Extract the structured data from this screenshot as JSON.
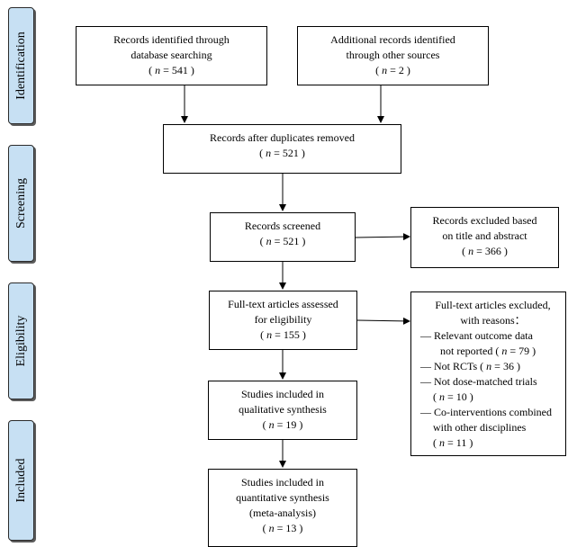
{
  "phases": {
    "identification": "Identification",
    "screening": "Screening",
    "eligibility": "Eligibility",
    "included": "Included"
  },
  "boxes": {
    "database": {
      "line1": "Records identified through",
      "line2": "database searching",
      "n": "541"
    },
    "other": {
      "line1": "Additional records identified",
      "line2": "through other sources",
      "n": "2"
    },
    "duplicates": {
      "line1": "Records after duplicates removed",
      "n": "521"
    },
    "screened": {
      "line1": "Records screened",
      "n": "521"
    },
    "excluded_title": {
      "line1": "Records excluded based",
      "line2": "on title and abstract",
      "n": "366"
    },
    "fulltext": {
      "line1": "Full-text articles assessed",
      "line2": "for eligibility",
      "n": "155"
    },
    "fulltext_excluded": {
      "line1": "Full-text articles excluded,",
      "line2": "with reasons：",
      "r1a": "— Relevant outcome data",
      "r1b": "not reported",
      "r1n": "79",
      "r2a": "— Not RCTs",
      "r2n": "36",
      "r3a": "— Not dose-matched trials",
      "r3n": "10",
      "r4a": "— Co-interventions combined",
      "r4b": "with other disciplines",
      "r4n": "11"
    },
    "qualitative": {
      "line1": "Studies included in",
      "line2": "qualitative synthesis",
      "n": "19"
    },
    "quantitative": {
      "line1": "Studies included in",
      "line2": "quantitative synthesis",
      "line3": "(meta-analysis)",
      "n": "13"
    }
  }
}
